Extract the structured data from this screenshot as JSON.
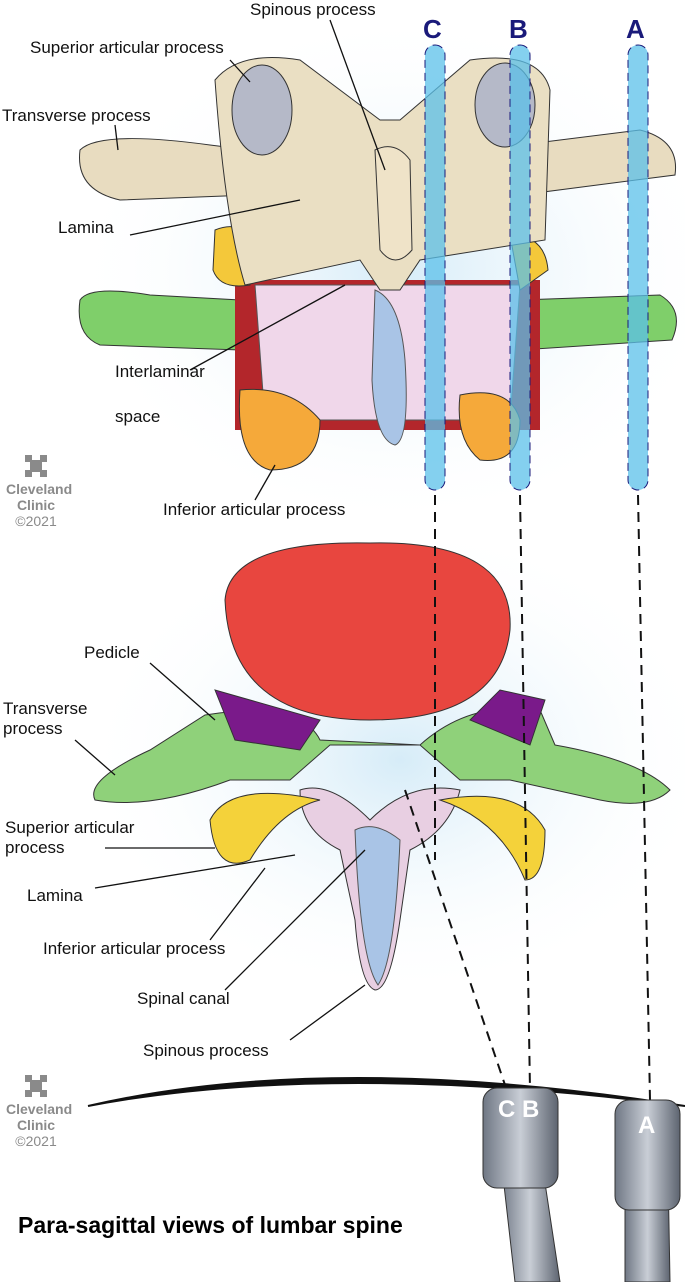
{
  "title": "Para-sagittal views of lumbar spine",
  "top_view": {
    "labels": {
      "spinous_process": "Spinous process",
      "superior_articular_process": "Superior articular process",
      "transverse_process": "Transverse process",
      "lamina": "Lamina",
      "interlaminar_space_line1": "Interlaminar",
      "interlaminar_space_line2": "space",
      "inferior_articular_process": "Inferior articular process"
    },
    "planes": [
      "C",
      "B",
      "A"
    ]
  },
  "axial_view": {
    "labels": {
      "pedicle": "Pedicle",
      "transverse_process_line1": "Transverse",
      "transverse_process_line2": "process",
      "superior_articular_process_line1": "Superior articular",
      "superior_articular_process_line2": "process",
      "lamina": "Lamina",
      "inferior_articular_process": "Inferior articular process",
      "spinal_canal": "Spinal canal",
      "spinous_process": "Spinous process"
    }
  },
  "probes": {
    "cb": "C B",
    "a": "A"
  },
  "logo": {
    "name_line1": "Cleveland",
    "name_line2": "Clinic",
    "copyright": "©2021"
  },
  "colors": {
    "plane": "#5bc0ea",
    "plane_letter": "#1a1a7a",
    "body": "#e8463f",
    "pedicle": "#7a1a8a",
    "transverse": "#8fd17a",
    "superior_facet": "#f4d23a",
    "bone": "#e9dcc0"
  }
}
